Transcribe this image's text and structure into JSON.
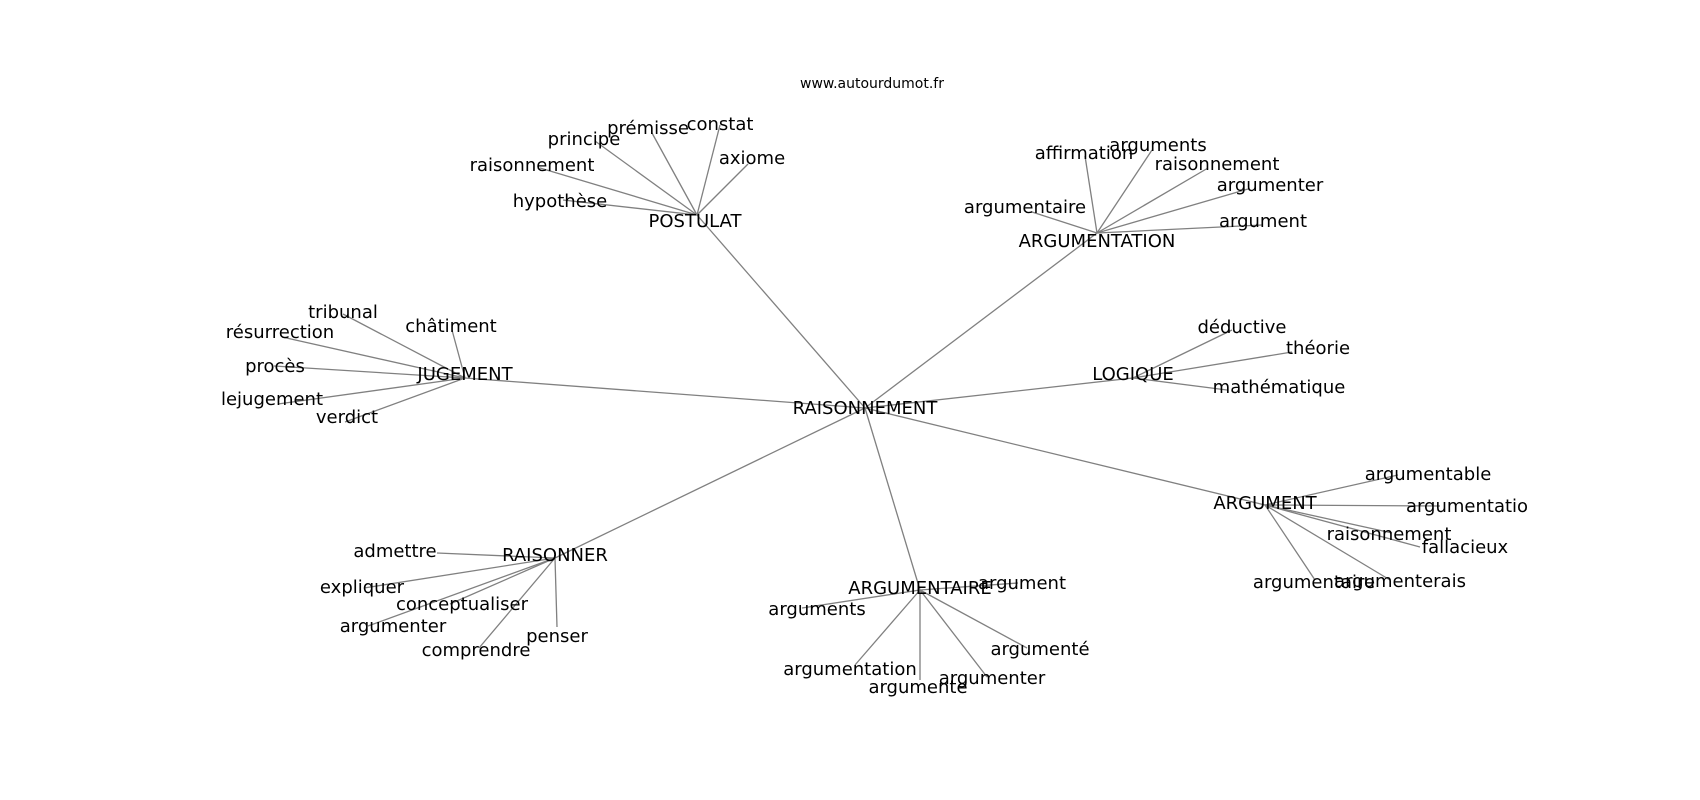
{
  "source": "www.autourdumot.fr",
  "center": "RAISONNEMENT",
  "clusters": [
    {
      "label": "POSTULAT",
      "leaves": [
        "hypothèse",
        "raisonnement",
        "principe",
        "prémisse",
        "constat",
        "axiome"
      ]
    },
    {
      "label": "ARGUMENTATION",
      "leaves": [
        "argumentaire",
        "affirmation",
        "arguments",
        "raisonnement",
        "argumenter",
        "argument"
      ]
    },
    {
      "label": "JUGEMENT",
      "leaves": [
        "tribunal",
        "résurrection",
        "châtiment",
        "procès",
        "lejugement",
        "verdict"
      ]
    },
    {
      "label": "LOGIQUE",
      "leaves": [
        "déductive",
        "théorie",
        "mathématique"
      ]
    },
    {
      "label": "ARGUMENT",
      "leaves": [
        "argumentable",
        "argumentatio",
        "raisonnement",
        "fallacieux",
        "argumentaire",
        "argumenterais"
      ]
    },
    {
      "label": "RAISONNER",
      "leaves": [
        "admettre",
        "expliquer",
        "conceptualiser",
        "argumenter",
        "comprendre",
        "penser"
      ]
    },
    {
      "label": "ARGUMENTAIRE",
      "leaves": [
        "argument",
        "arguments",
        "argumentation",
        "argumente",
        "argumenter",
        "argumenté"
      ]
    }
  ]
}
